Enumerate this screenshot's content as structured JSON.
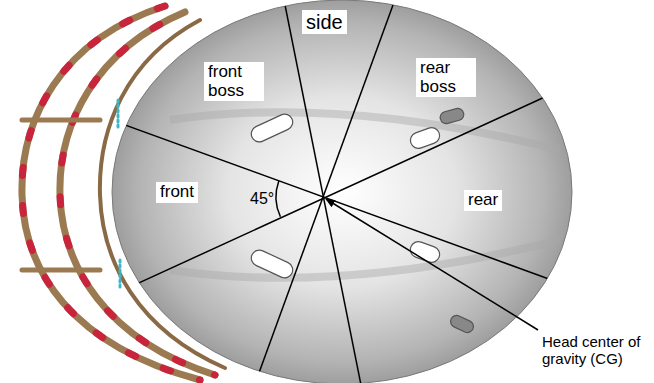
{
  "diagram": {
    "labels": [
      "front boss",
      "side",
      "rear boss",
      "front",
      "45°",
      "rear",
      "Head center of gravity (CG)"
    ]
  }
}
